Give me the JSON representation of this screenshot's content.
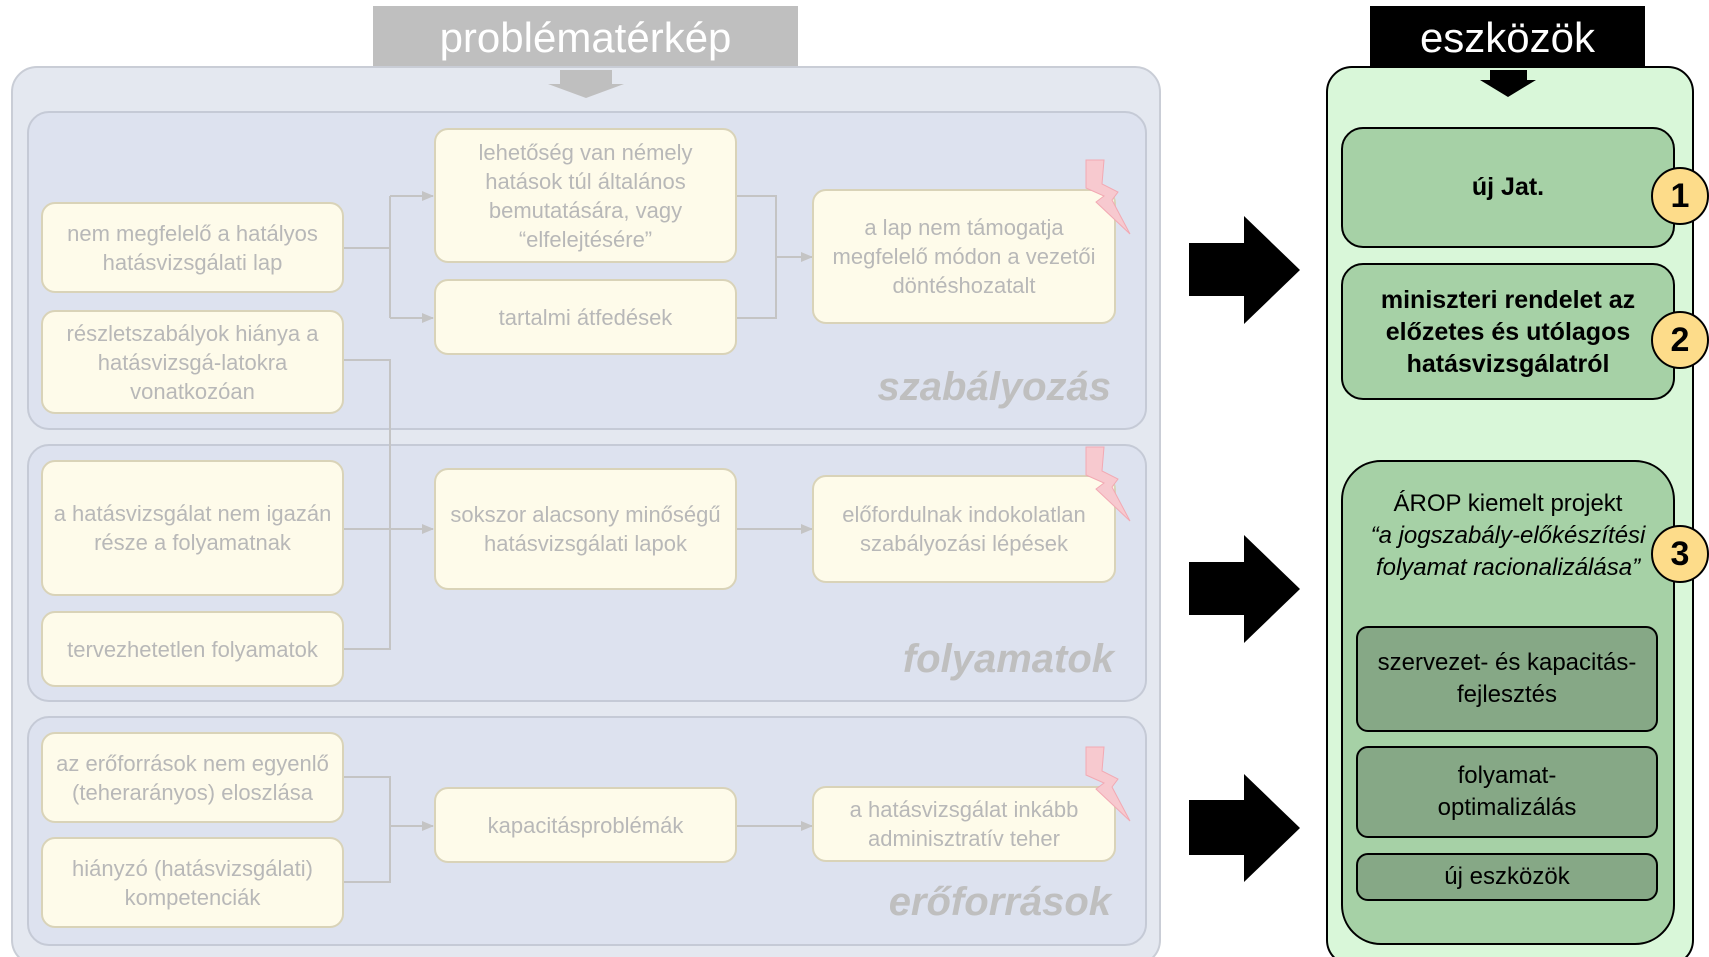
{
  "headers": {
    "left": "problématérkép",
    "right": "eszközök"
  },
  "sections": {
    "szabalyozas": {
      "label": "szabályozás",
      "causes": [
        "nem megfelelő a hatályos hatásvizsgálati lap",
        "részletszabályok hiánya a hatásvizsgá-latokra vonatkozóan"
      ],
      "middle": [
        "lehetőség van némely hatások túl általános bemutatására, vagy “elfelejtésére”",
        "tartalmi átfedések"
      ],
      "effect": "a lap nem támogatja megfelelő módon a vezetői döntéshozatalt"
    },
    "folyamatok": {
      "label": "folyamatok",
      "causes": [
        "a hatásvizsgálat nem igazán része a folyamatnak",
        "tervezhetetlen folyamatok"
      ],
      "middle": [
        "sokszor alacsony minőségű hatásvizsgálati lapok"
      ],
      "effect": "előfordulnak indokolatlan szabályozási lépések"
    },
    "eroforrasok": {
      "label": "erőforrások",
      "causes": [
        "az erőforrások nem egyenlő (teherarányos) eloszlása",
        "hiányzó (hatásvizsgálati) kompetenciák"
      ],
      "middle": [
        "kapacitásproblémák"
      ],
      "effect": "a hatásvizsgálat inkább adminisztratív teher"
    }
  },
  "tools": {
    "item1": {
      "label": "új Jat.",
      "badge": "1"
    },
    "item2": {
      "label": "miniszteri rendelet az előzetes és utólagos hatásvizsgálatról",
      "badge": "2"
    },
    "item3": {
      "title": "ÁROP kiemelt projekt",
      "subtitle": "“a jogszabály-előkészítési folyamat racionalizálása”",
      "badge": "3",
      "subitems": [
        "szervezet- és kapacitás-fejlesztés",
        "folyamat-optimalizálás",
        "új eszközök"
      ]
    }
  },
  "colors": {
    "arrow": "#000000",
    "lightning": "#f7c9cf",
    "badge": "#fddc8a",
    "tool_box": "#a6d1a6",
    "tool_subbox": "#86a886"
  },
  "icons": [
    "lightning-icon",
    "arrow-right-icon",
    "arrow-down-icon"
  ]
}
